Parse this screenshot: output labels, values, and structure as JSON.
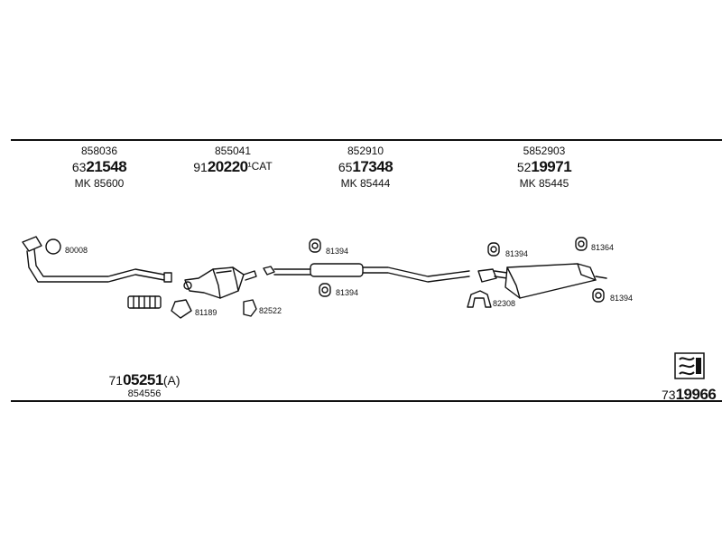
{
  "sections": [
    {
      "part": "858036",
      "code_prefix": "63",
      "code_main": "21548",
      "code_suffix": "",
      "kit": "MK 85600"
    },
    {
      "part": "855041",
      "code_prefix": "91",
      "code_main": "20220",
      "code_suffix": "¹CAT",
      "kit": ""
    },
    {
      "part": "852910",
      "code_prefix": "65",
      "code_main": "17348",
      "code_suffix": "",
      "kit": "MK 85444"
    },
    {
      "part": "5852903",
      "code_prefix": "52",
      "code_main": "19971",
      "code_suffix": "",
      "kit": "MK 85445"
    }
  ],
  "component_labels": {
    "ring_front": "80008",
    "gasket_cat": "81189",
    "clamp_cat": "82522",
    "hanger_mid_top": "81394",
    "hanger_mid_bottom": "81394",
    "hanger_rear_left": "81394",
    "hanger_rear_right": "81364",
    "hanger_rear_bottom": "81394",
    "clamp_rear": "82308"
  },
  "footer": {
    "left_prefix": "71",
    "left_main": "05251",
    "left_suffix": "(A)",
    "left_sub": "854556",
    "right_prefix": "73",
    "right_main": "19966"
  },
  "colors": {
    "line": "#111111",
    "background": "#ffffff"
  }
}
